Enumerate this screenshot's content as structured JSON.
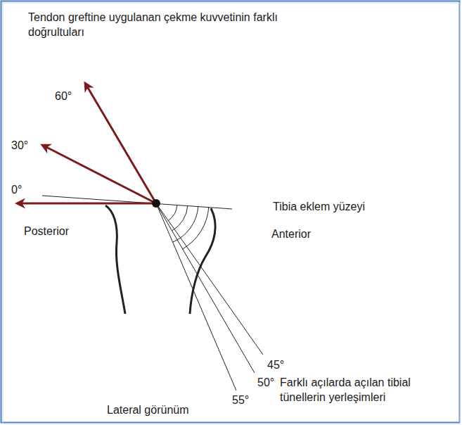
{
  "diagram": {
    "labels": [
      "Tendon greftine uygulanan çekme kuvvetinin farklı doğrultuları",
      "60°",
      "30°",
      "0°",
      "Tibia eklem yüzeyi",
      "Posterior",
      "Anterior",
      "45°",
      "50°",
      "Farklı açılarda açılan tibial tünellerin yerleşimleri",
      "55°",
      "Lateral görünüm"
    ]
  }
}
